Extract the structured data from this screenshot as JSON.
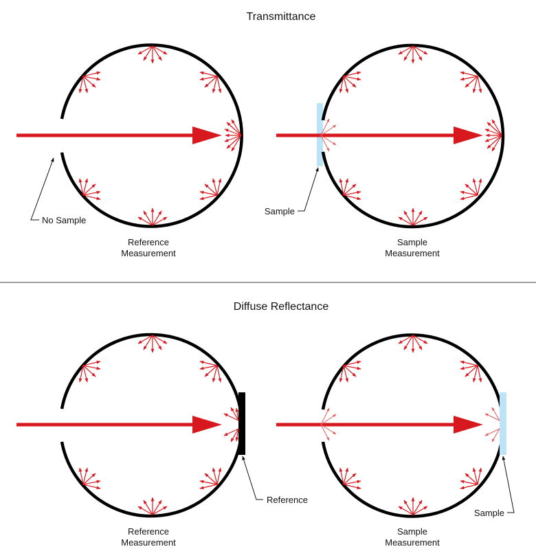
{
  "colors": {
    "beam": "#d7191f",
    "scatter": "#d7191f",
    "scatter_faint": "#e35a5e",
    "sphere": "#000000",
    "sample": "#bde3f7",
    "reference_standard": "#000000",
    "divider": "#7f7f7f",
    "text": "#111111"
  },
  "sections": [
    {
      "title": "Transmittance",
      "panels": [
        {
          "caption_line1": "Reference",
          "caption_line2": "Measurement",
          "callout": "No Sample"
        },
        {
          "caption_line1": "Sample",
          "caption_line2": "Measurement",
          "callout": "Sample"
        }
      ]
    },
    {
      "title": "Diffuse Reflectance",
      "panels": [
        {
          "caption_line1": "Reference",
          "caption_line2": "Measurement",
          "callout": "Reference"
        },
        {
          "caption_line1": "Sample",
          "caption_line2": "Measurement",
          "callout": "Sample"
        }
      ]
    }
  ]
}
